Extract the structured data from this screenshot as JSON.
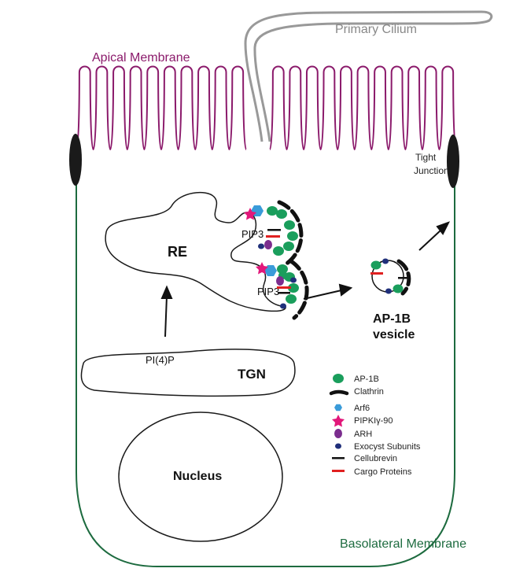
{
  "labels": {
    "primary_cilium": "Primary Cilium",
    "apical_membrane": "Apical Membrane",
    "tight_junction_line1": "Tight",
    "tight_junction_line2": "Junction",
    "re": "RE",
    "pip3_top": "PIP3",
    "pip3_bottom": "PIP3",
    "pi4p": "PI(4)P",
    "tgn": "TGN",
    "nucleus": "Nucleus",
    "vesicle_line1": "AP-1B",
    "vesicle_line2": "vesicle",
    "basolateral_membrane": "Basolateral Membrane"
  },
  "legend": [
    {
      "label": "AP-1B",
      "icon": "green-oval-icon",
      "color": "#1a9e5c"
    },
    {
      "label": "Clathrin",
      "icon": "black-arc-icon",
      "color": "#111111"
    },
    {
      "label": "Arf6",
      "icon": "blue-hexagon-icon",
      "color": "#3a9bd9"
    },
    {
      "label": "PIPKIγ-90",
      "icon": "pink-star-icon",
      "color": "#e2177a"
    },
    {
      "label": "ARH",
      "icon": "purple-oval-icon",
      "color": "#7b2d8e"
    },
    {
      "label": "Exocyst Subunits",
      "icon": "navy-dot-icon",
      "color": "#1f2f7a"
    },
    {
      "label": "Cellubrevin",
      "icon": "black-bar-icon",
      "color": "#111111"
    },
    {
      "label": "Cargo Proteins",
      "icon": "red-bar-icon",
      "color": "#e02020"
    }
  ],
  "colors": {
    "apical": "#8b1a6b",
    "basolateral": "#1d6b3f",
    "cilium": "#999999",
    "junction": "#1a1a1a"
  }
}
